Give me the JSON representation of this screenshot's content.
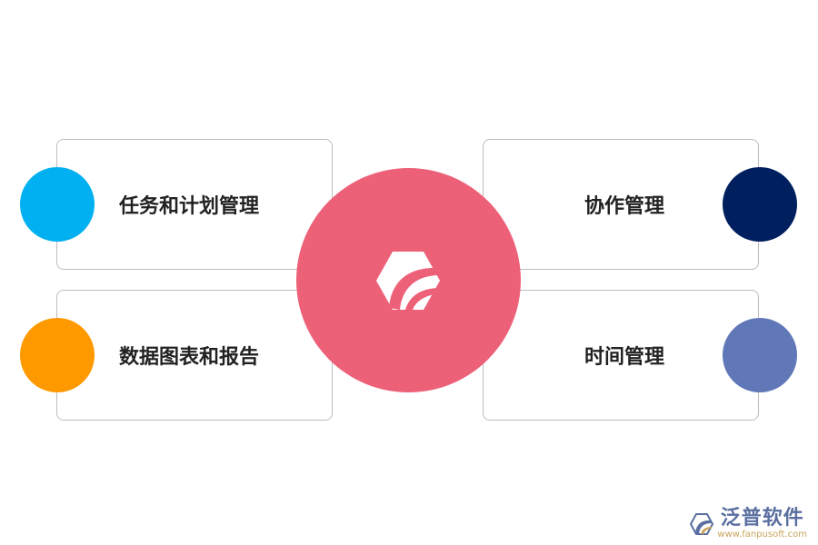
{
  "items": [
    {
      "label": "任务和计划管理",
      "color": "#00b0f0"
    },
    {
      "label": "数据图表和报告",
      "color": "#ff9900"
    },
    {
      "label": "协作管理",
      "color": "#001f5f"
    },
    {
      "label": "时间管理",
      "color": "#6078b8"
    }
  ],
  "center": {
    "color": "#ed6178",
    "icon": "brand-logo-icon"
  },
  "brand": {
    "name": "泛普软件",
    "url": "www.fanpusoft.com",
    "icon": "fanpu-logo-icon"
  }
}
